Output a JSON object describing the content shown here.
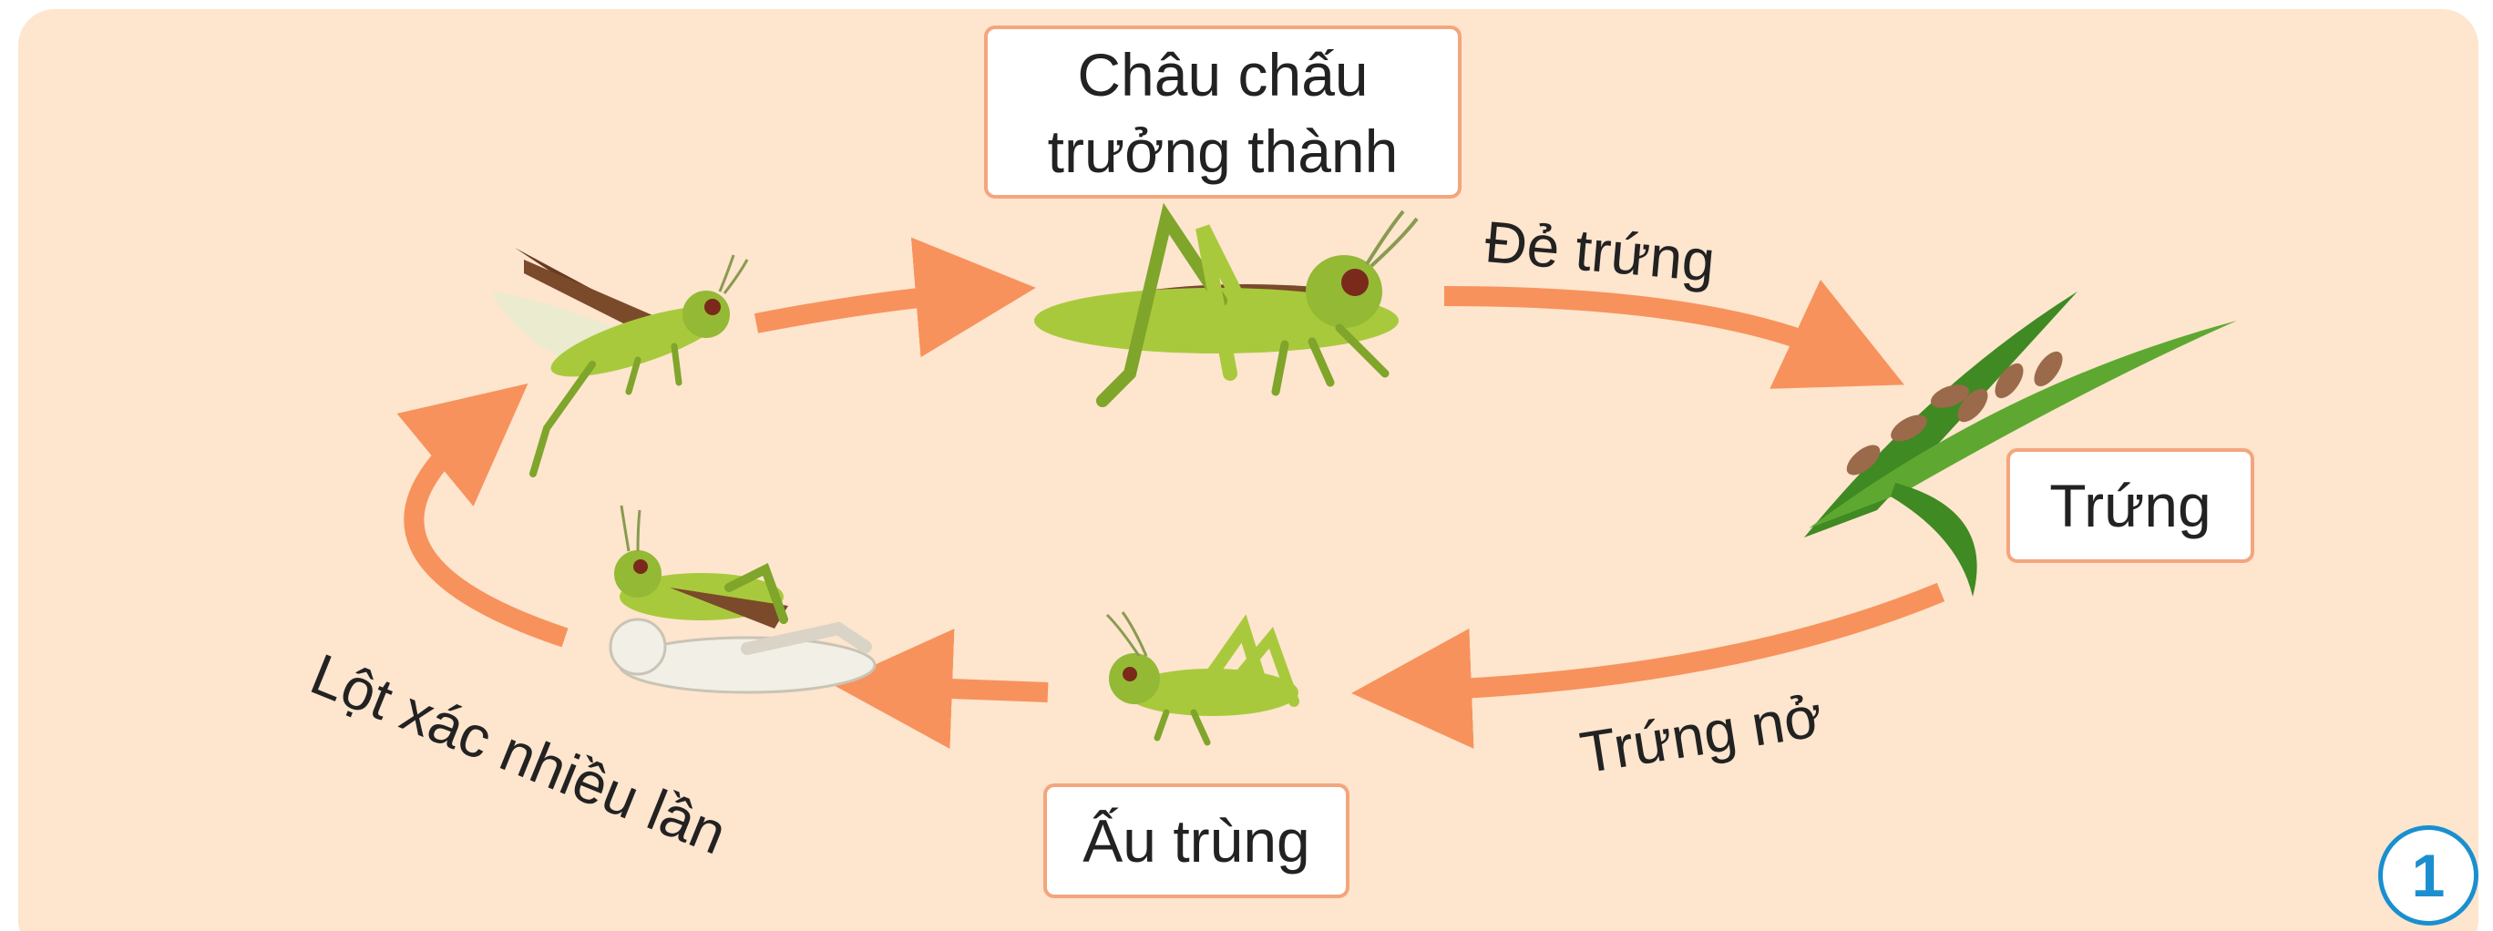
{
  "stages": {
    "adult": "Châu chấu\ntrưởng thành",
    "eggs": "Trứng",
    "nymph": "Ấu trùng"
  },
  "transitions": {
    "lay_eggs": "Đẻ trứng",
    "hatch": "Trứng nở",
    "molt": "Lột xác nhiều lần"
  },
  "figure_number": "1",
  "colors": {
    "background": "#fde5ce",
    "arrow": "#f7925c",
    "box_border": "#f4a57d",
    "badge": "#1a8fd0",
    "grasshopper_body": "#a9c93c",
    "grasshopper_wing": "#7a4a2a",
    "leaf": "#4e9a2a",
    "egg": "#9a6a4a"
  }
}
